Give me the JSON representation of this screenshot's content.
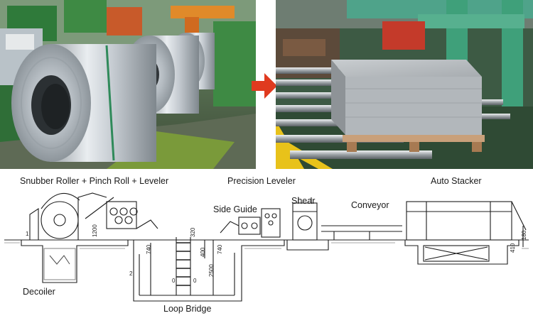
{
  "photos": {
    "left": {
      "icon": "steel-coils-photo"
    },
    "right": {
      "icon": "cut-sheet-stack-photo"
    },
    "arrow": {
      "icon": "red-arrow-right-icon",
      "color": "#e03a1f"
    }
  },
  "diagram": {
    "labels": {
      "snubber": "Snubber Roller + Pinch Roll + Leveler",
      "precision": "Precision Leveler",
      "auto_stacker": "Auto Stacker",
      "side_guide": "Side Guide",
      "shear": "Shear",
      "conveyor": "Conveyor",
      "decoiler": "Decoiler",
      "loop_bridge": "Loop Bridge"
    },
    "dimensions": {
      "d_1200": "1200",
      "d_740a": "740",
      "d_400": "400",
      "d_2500": "2500",
      "d_740b": "740",
      "d_320": "320",
      "d_410": "410",
      "d_180": "180",
      "d_0a": "0",
      "d_0b": "0",
      "d_2": "2",
      "d_1": "1"
    },
    "colors": {
      "line": "#1c1c1c",
      "ground": "#8a8a8a"
    }
  }
}
